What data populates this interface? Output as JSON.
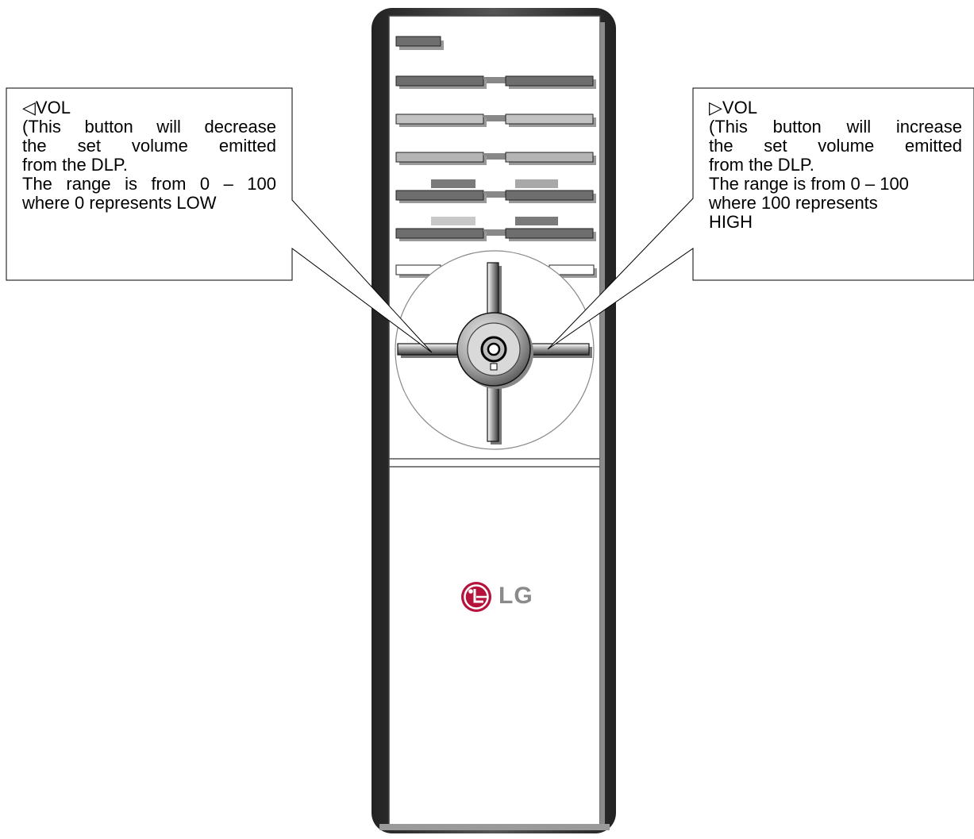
{
  "left_callout": {
    "title": "◁VOL",
    "lines": [
      "(This button will decrease",
      "the set volume emitted",
      "from the DLP.",
      "The range is from 0 – 100",
      "where 0 represents LOW"
    ]
  },
  "right_callout": {
    "title": "▷VOL",
    "lines": [
      "(This button will increase",
      "the set volume emitted",
      "from the DLP.",
      "The range is from 0 – 100",
      "where 100 represents",
      "HIGH"
    ]
  },
  "remote": {
    "brand": "LG",
    "icons": [
      "volume-down-button",
      "volume-up-button",
      "ok-button",
      "navigation-pad"
    ]
  },
  "colors": {
    "body_outline": "#222222",
    "button_dark": "#6e6e6e",
    "button_light": "#b8b8b8",
    "logo_red": "#b5123c"
  }
}
